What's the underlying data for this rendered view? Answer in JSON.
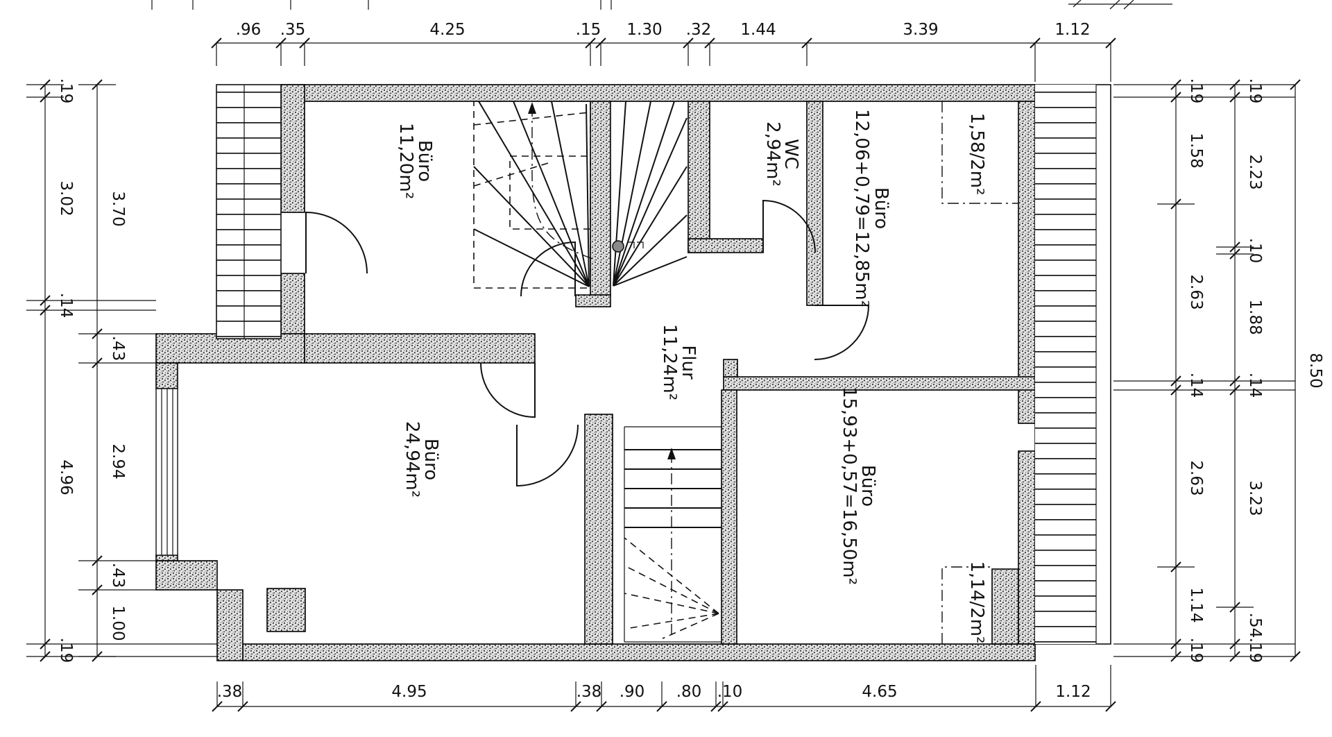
{
  "drawing": {
    "title_note": "",
    "rooms": [
      {
        "id": "buero1",
        "name": "Büro",
        "area": "11,20m²"
      },
      {
        "id": "wc",
        "name": "WC",
        "area": "2,94m²"
      },
      {
        "id": "buero2",
        "name": "Büro",
        "area": "12,06+0,79=12,85m²"
      },
      {
        "id": "zone-top",
        "name": "",
        "area": "1,58/2m²"
      },
      {
        "id": "flur",
        "name": "Flur",
        "area": "11,24m²"
      },
      {
        "id": "buero3",
        "name": "Büro",
        "area": "24,94m²"
      },
      {
        "id": "buero4",
        "name": "Büro",
        "area": "15,93+0,57=16,50m²"
      },
      {
        "id": "zone-bottom",
        "name": "",
        "area": "1,14/2m²"
      }
    ],
    "dimensions": {
      "top": [
        ".96",
        ".35",
        "4.25",
        ".15",
        "1.30",
        ".32",
        "1.44",
        "3.39",
        "1.12"
      ],
      "bottom": [
        ".38",
        "4.95",
        ".38",
        ".90",
        ".80",
        ".10",
        "4.65",
        "1.12"
      ],
      "left_outer": [
        ".19",
        "3.02",
        ".14",
        "4.96",
        ".19"
      ],
      "left_inner": [
        "3.70",
        ".43",
        "2.94",
        ".43",
        "1.00"
      ],
      "right_inner": [
        ".19",
        "1.58",
        "2.63",
        ".14",
        "2.63",
        "1.14",
        ".19"
      ],
      "right_middle": [
        ".19",
        "2.23",
        ".10",
        "1.88",
        ".14",
        "3.23",
        ".54",
        ".19"
      ],
      "right_outer": [
        "8.50"
      ]
    }
  }
}
